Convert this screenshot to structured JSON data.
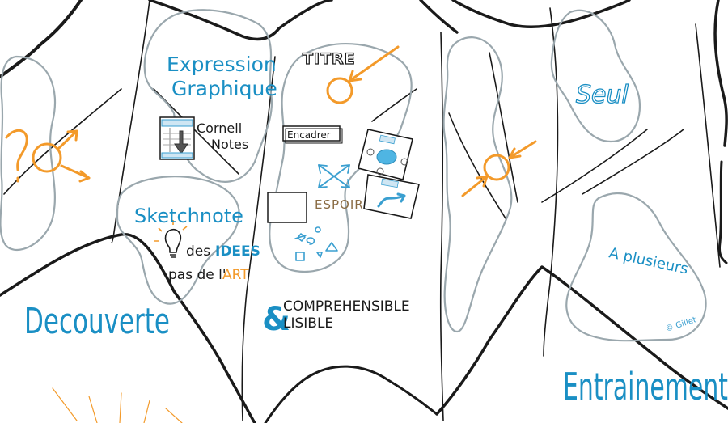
{
  "labels": {
    "expression_line1": "Expression",
    "expression_line2": "Graphique",
    "cornell_line1": "Cornell",
    "cornell_line2": "Notes",
    "sketchnote": "Sketchnote",
    "des": "des",
    "idees": "IDEES",
    "pas_de_l": "pas de l'",
    "art": "ART",
    "titre": "TITRE",
    "encadrer": "Encadrer",
    "espoir": "ESPOIR",
    "comprehensible": "COMPREHENSIBLE",
    "lisible": "LISIBLE",
    "seul": "Seul",
    "a_plusieurs": "A plusieurs",
    "decouverte": "Decouverte",
    "entrainement": "Entrainement",
    "signature": "© Gillet"
  },
  "colors": {
    "blue": "#1a8fc4",
    "orange": "#f39a2a",
    "ink": "#1a1a1a",
    "blob": "#9aa7ad"
  }
}
